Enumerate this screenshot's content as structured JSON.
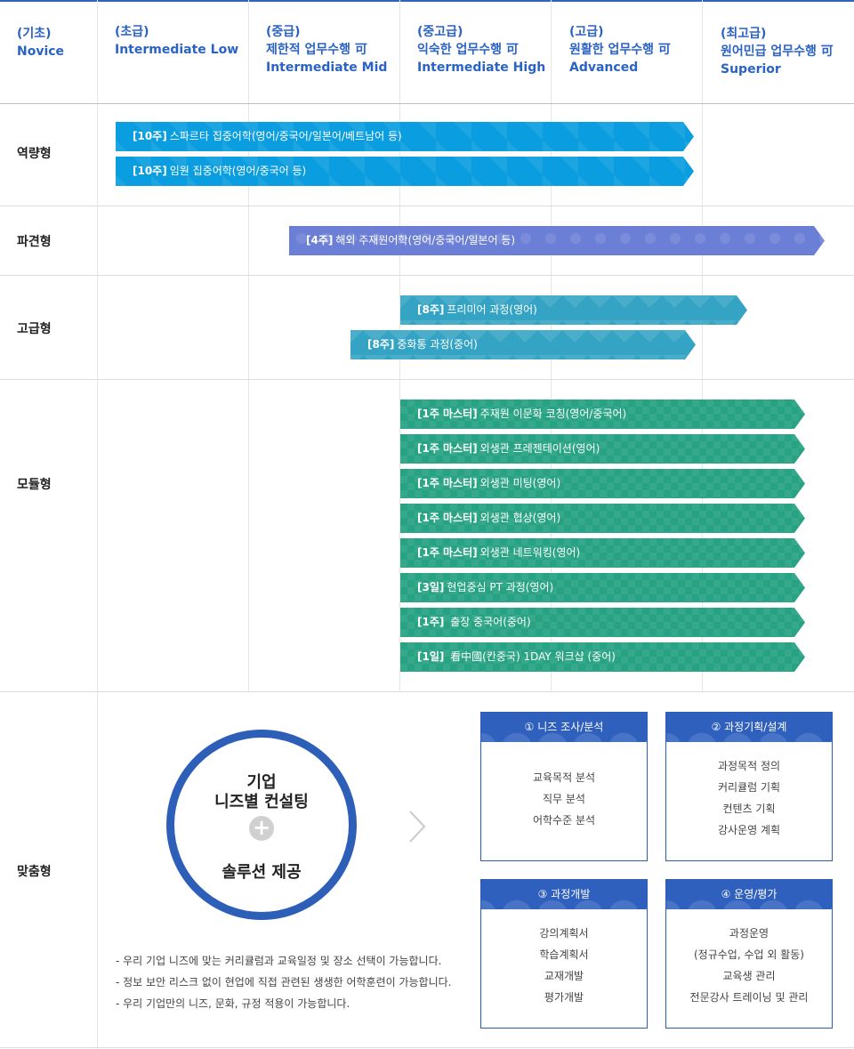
{
  "headers": [
    {
      "line1": "(기초)",
      "line2": "Novice",
      "line3": ""
    },
    {
      "line1": "(초급)",
      "line2": "Intermediate Low",
      "line3": ""
    },
    {
      "line1": "(중급)",
      "line2": "제한적 업무수행 可",
      "line3": "Intermediate Mid"
    },
    {
      "line1": "(중고급)",
      "line2": "익숙한 업무수행 可",
      "line3": "Intermediate High"
    },
    {
      "line1": "(고급)",
      "line2": "원활한 업무수행 可",
      "line3": "Advanced"
    },
    {
      "line1": "(최고급)",
      "line2": "원어민급 업무수행 可",
      "line3": "Superior"
    }
  ],
  "rows": {
    "capability": {
      "label": "역량형",
      "bars": [
        {
          "tag": "[10주]",
          "text": "스파르타 집중어학(영어/중국어/일본어/베트남어 등)"
        },
        {
          "tag": "[10주]",
          "text": "임원 집중어학(영어/중국어 등)"
        }
      ]
    },
    "dispatch": {
      "label": "파견형",
      "bars": [
        {
          "tag": "[4주]",
          "text": "해외 주재원어학(영어/중국어/일본어 등)"
        }
      ]
    },
    "advanced": {
      "label": "고급형",
      "bars": [
        {
          "tag": "[8주]",
          "text": "프리미어 과정(영어)"
        },
        {
          "tag": "[8주]",
          "text": "중화통 과정(중어)"
        }
      ]
    },
    "module": {
      "label": "모듈형",
      "bars": [
        {
          "tag": "[1주 마스터]",
          "text": "주재원 이문화 코칭(영어/중국어)"
        },
        {
          "tag": "[1주 마스터]",
          "text": "외생관 프레젠테이션(영어)"
        },
        {
          "tag": "[1주 마스터]",
          "text": "외생관 미팅(영어)"
        },
        {
          "tag": "[1주 마스터]",
          "text": "외생관 협상(영어)"
        },
        {
          "tag": "[1주 마스터]",
          "text": "외생관 네트워킹(영어)"
        },
        {
          "tag": "[3일]",
          "text": "현업중심 PT 과정(영어)"
        },
        {
          "tag": "[1주]",
          "text": " 출장 중국어(중어)"
        },
        {
          "tag": "[1일]",
          "text": " 看中國(칸중국) 1DAY 워크샵 (중어)"
        }
      ]
    },
    "custom": {
      "label": "맞춤형",
      "circle_line1": "기업",
      "circle_line2": "니즈별 컨설팅",
      "plus": "+",
      "circle_line3": "솔루션 제공",
      "notes": [
        "- 우리 기업 니즈에 맞는 커리큘럼과 교육일정 및 장소 선택이 가능합니다.",
        "- 정보 보안 리스크 없이 현업에 직접 관련된 생생한 어학훈련이 가능합니다.",
        "- 우리 기업만의 니즈, 문화, 규정 적용이 가능합니다."
      ],
      "cards": [
        {
          "title": "① 니즈 조사/분석",
          "items": [
            "교육목적 분석",
            "직무 분석",
            "어학수준 분석"
          ]
        },
        {
          "title": "② 과정기획/설계",
          "items": [
            "과정목적 정의",
            "커리큘럼 기획",
            "컨텐츠 기획",
            "강사운영 계획"
          ]
        },
        {
          "title": "③ 과정개발",
          "items": [
            "강의계획서",
            "학습계획서",
            "교재개발",
            "평가개발"
          ]
        },
        {
          "title": "④ 운영/평가",
          "items": [
            "과정운영",
            "(정규수업, 수업 외 활동)",
            "교육생 관리",
            "전문강사 트레이닝 및 관리"
          ]
        }
      ]
    }
  },
  "colors": {
    "accent": "#2b63c4",
    "capability": "#0a9ddf",
    "dispatch": "#6c7fd6",
    "advanced": "#35a4c4",
    "module": "#27a283",
    "card_header": "#2f60be"
  }
}
